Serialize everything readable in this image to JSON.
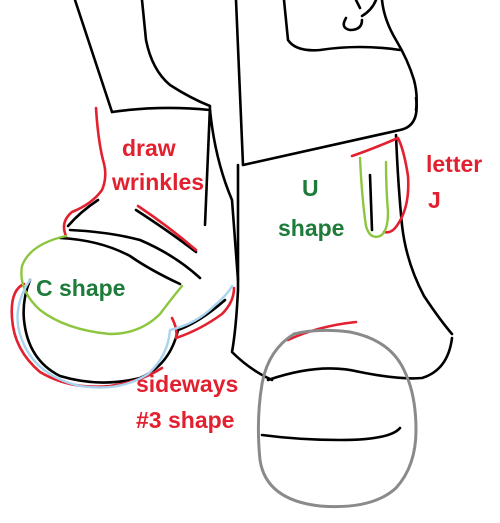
{
  "colors": {
    "outline": "#000000",
    "red_guide": "#e3202f",
    "green_guide": "#8cc63f",
    "green_text": "#1e7b3a",
    "blue_guide": "#a8d4f0",
    "grey_guide": "#8a8a8a"
  },
  "labels": {
    "draw_wrinkles_line1": "draw",
    "draw_wrinkles_line2": "wrinkles",
    "c_shape": "C shape",
    "u_shape_line1": "U",
    "u_shape_line2": "shape",
    "letter_j_line1": "letter",
    "letter_j_line2": "J",
    "sideways_line1": "sideways",
    "sideways_line2": "#3 shape"
  }
}
